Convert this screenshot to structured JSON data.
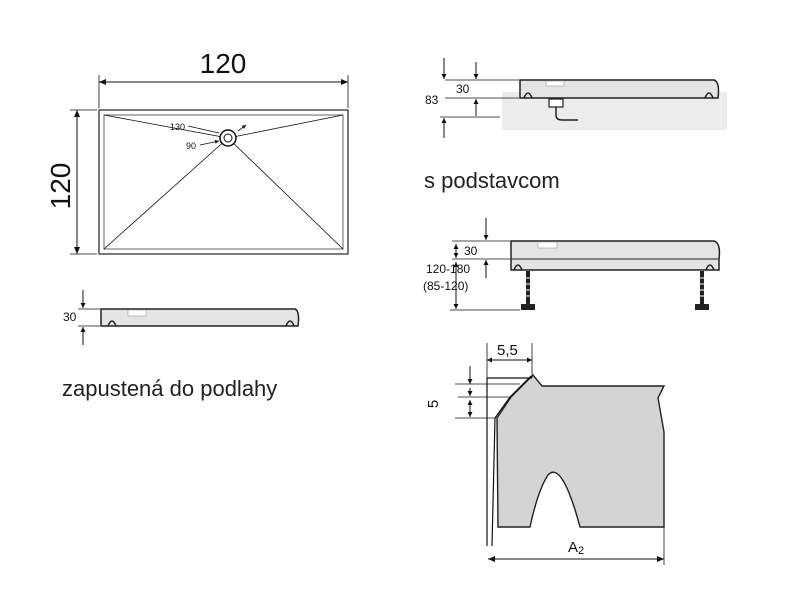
{
  "plan": {
    "width_label": "120",
    "height_label": "120",
    "label_130": "130",
    "label_90": "90"
  },
  "flush": {
    "height_label": "30",
    "caption": "zapustená do podlahy"
  },
  "side_top": {
    "total_label": "83",
    "tray_label": "30"
  },
  "stand": {
    "caption": "s podstavcom",
    "tray_label": "30",
    "leg_label": "120-180",
    "leg_alt_label": "(85-120)"
  },
  "detail": {
    "top_label": "5,5",
    "side_label": "5",
    "a_label": "A",
    "a_sub": "2"
  }
}
